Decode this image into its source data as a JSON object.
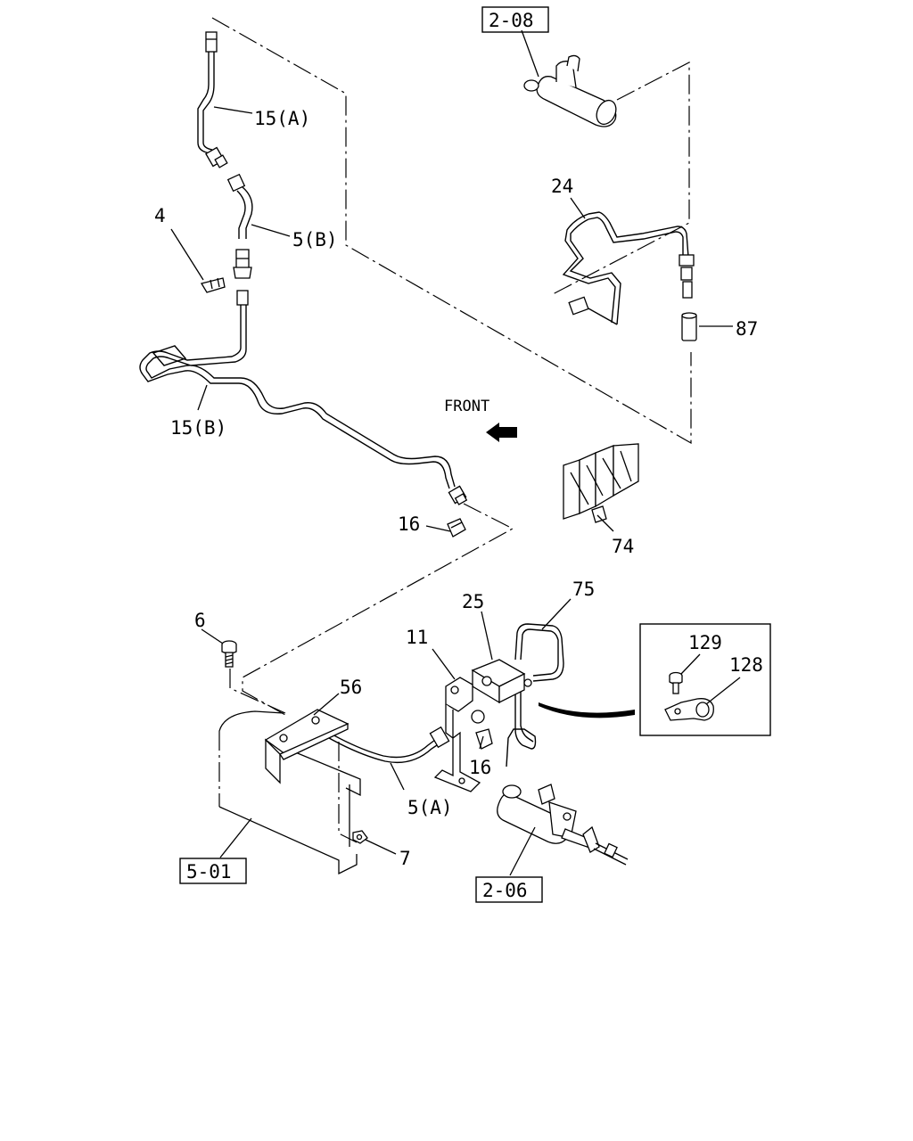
{
  "diagram": {
    "direction_label": "FRONT",
    "callouts": {
      "p15a": "15(A)",
      "p5b": "5(B)",
      "p4": "4",
      "p15b": "15(B)",
      "p16_top": "16",
      "p24": "24",
      "p87": "87",
      "p74": "74",
      "p75": "75",
      "p25": "25",
      "p11": "11",
      "p6": "6",
      "p56": "56",
      "p16_bottom": "16",
      "p5a": "5(A)",
      "p7": "7",
      "p129": "129",
      "p128": "128"
    },
    "references": {
      "ref_208": "2-08",
      "ref_501": "5-01",
      "ref_206": "2-06"
    }
  }
}
